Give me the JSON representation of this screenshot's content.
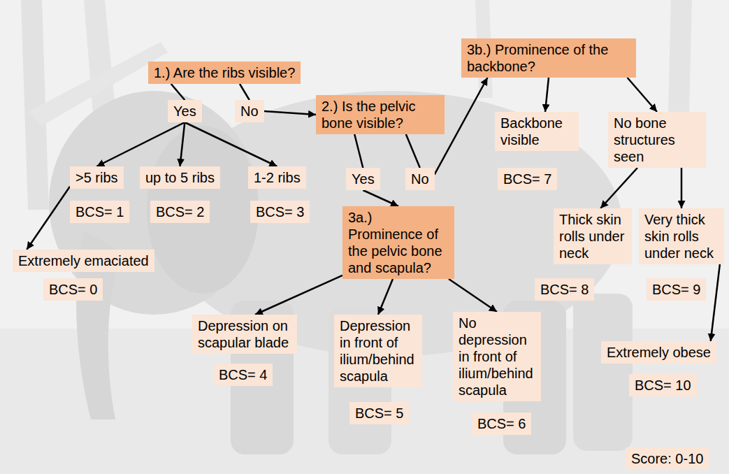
{
  "diagram": {
    "nodes": [
      {
        "text": [
          "1.) Are the ribs visible?"
        ]
      },
      {
        "text": [
          "Yes"
        ]
      },
      {
        "text": [
          "No"
        ]
      },
      {
        "text": [
          "2.) Is the pelvic bone visible?"
        ]
      },
      {
        "text": [
          ">5 ribs"
        ]
      },
      {
        "text": [
          "BCS= 1"
        ]
      },
      {
        "text": [
          "up to 5 ribs"
        ]
      },
      {
        "text": [
          "BCS= 2"
        ]
      },
      {
        "text": [
          "1-2 ribs"
        ]
      },
      {
        "text": [
          "BCS= 3"
        ]
      },
      {
        "text": [
          "Extremely emaciated"
        ]
      },
      {
        "text": [
          "BCS= 0"
        ]
      },
      {
        "text": [
          "Yes"
        ]
      },
      {
        "text": [
          "No"
        ]
      },
      {
        "text": [
          "3b.) Prominence of the backbone?"
        ]
      },
      {
        "text": [
          "Backbone visible"
        ]
      },
      {
        "text": [
          "BCS= 7"
        ]
      },
      {
        "text": [
          "No bone structures seen"
        ]
      },
      {
        "text": [
          "3a.) Prominence of the pelvic bone and scapula?"
        ]
      },
      {
        "text": [
          "Thick skin rolls under neck"
        ]
      },
      {
        "text": [
          "BCS= 8"
        ]
      },
      {
        "text": [
          "Very thick skin rolls under neck"
        ]
      },
      {
        "text": [
          "BCS= 9"
        ]
      },
      {
        "text": [
          "Depression on scapular blade"
        ]
      },
      {
        "text": [
          "BCS= 4"
        ]
      },
      {
        "text": [
          "Depression in front of ilium/behind scapula"
        ]
      },
      {
        "text": [
          "BCS= 5"
        ]
      },
      {
        "text": [
          "No depression in front of ilium/behind scapula"
        ]
      },
      {
        "text": [
          "BCS= 6"
        ]
      },
      {
        "text": [
          "Extremely obese"
        ]
      },
      {
        "text": [
          "BCS= 10"
        ]
      },
      {
        "text": [
          "Score: 0-10"
        ]
      }
    ],
    "edges": [
      {
        "from": 0,
        "to": 1,
        "arrow": "none"
      },
      {
        "from": 0,
        "to": 2,
        "arrow": "none"
      },
      {
        "from": 2,
        "to": 3,
        "arrow": "to"
      },
      {
        "from": 1,
        "to": 4,
        "arrow": "to"
      },
      {
        "from": 1,
        "to": 6,
        "arrow": "to"
      },
      {
        "from": 1,
        "to": 8,
        "arrow": "to"
      },
      {
        "from": 4,
        "to": 10,
        "arrow": "to"
      },
      {
        "from": 3,
        "to": 12,
        "arrow": "none"
      },
      {
        "from": 3,
        "to": 13,
        "arrow": "none"
      },
      {
        "from": 13,
        "to": 14,
        "arrow": "to"
      },
      {
        "from": 12,
        "to": 18,
        "arrow": "to"
      },
      {
        "from": 14,
        "to": 15,
        "arrow": "to"
      },
      {
        "from": 14,
        "to": 17,
        "arrow": "to"
      },
      {
        "from": 17,
        "to": 19,
        "arrow": "to"
      },
      {
        "from": 17,
        "to": 21,
        "arrow": "to"
      },
      {
        "from": 21,
        "to": 29,
        "arrow": "to"
      },
      {
        "from": 18,
        "to": 23,
        "arrow": "to"
      },
      {
        "from": 18,
        "to": 25,
        "arrow": "to"
      },
      {
        "from": 18,
        "to": 27,
        "arrow": "to"
      }
    ]
  }
}
